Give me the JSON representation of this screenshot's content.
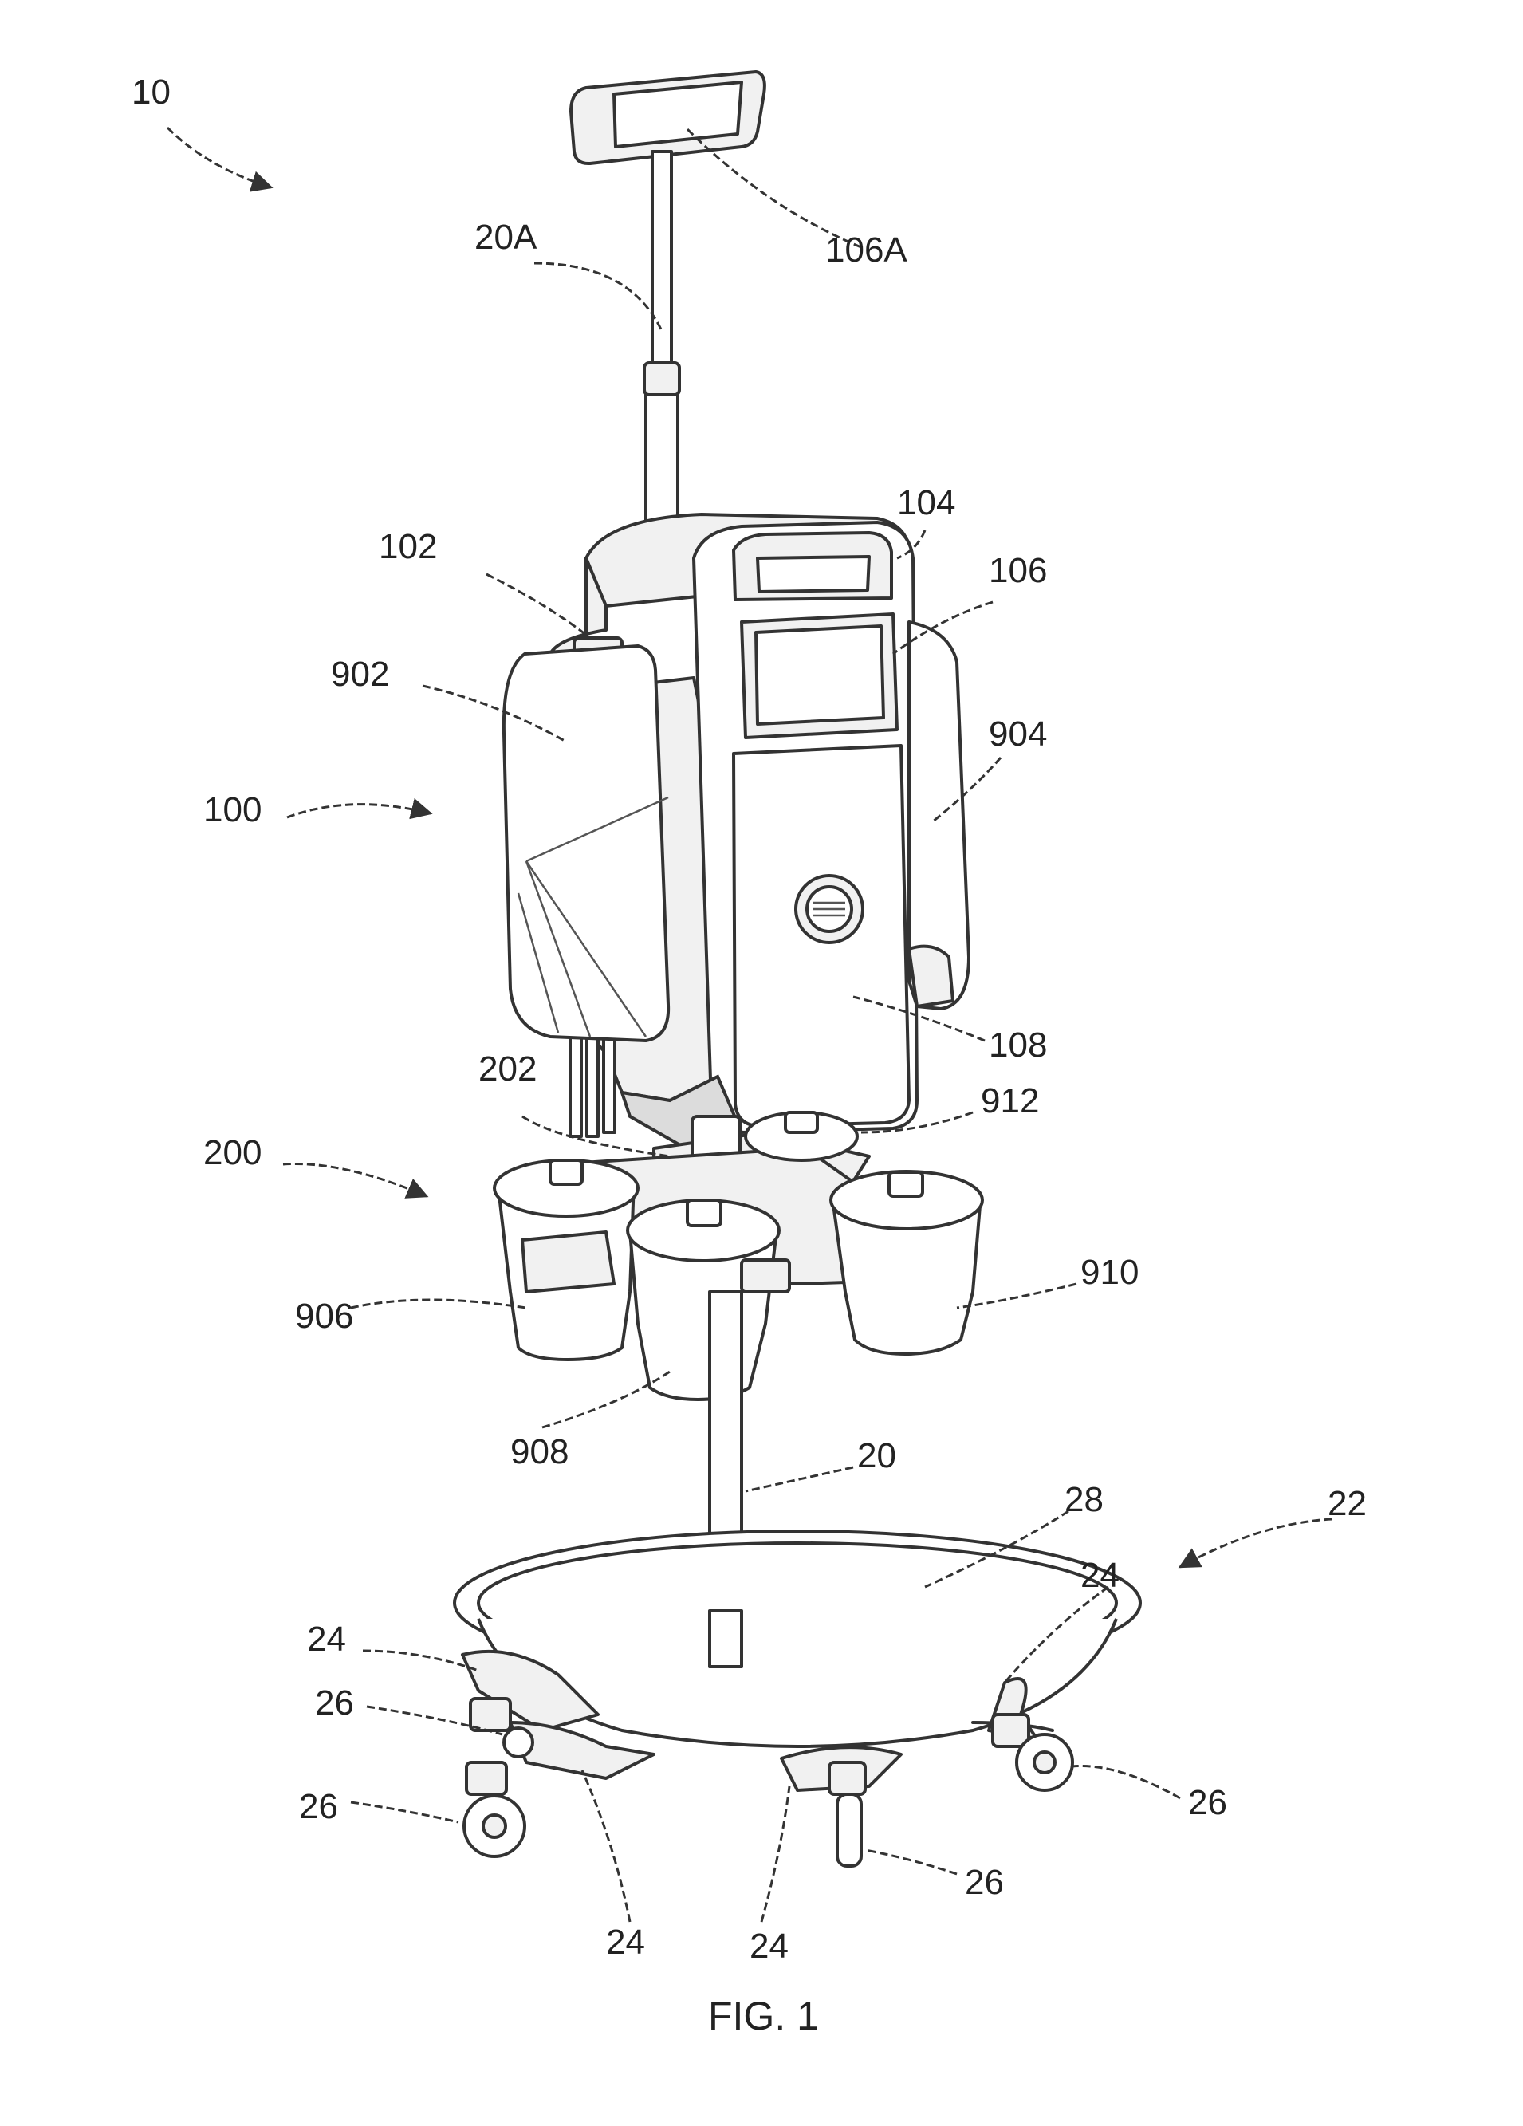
{
  "figure": {
    "caption": "FIG. 1",
    "labels": {
      "system": "10",
      "display_remote": "106A",
      "pole_upper": "20A",
      "handle": "104",
      "part_102": "102",
      "screen": "106",
      "bag_left": "902",
      "bag_right": "904",
      "console": "100",
      "door": "108",
      "hub": "202",
      "bottle_rear": "912",
      "manifold": "200",
      "bottle_right": "910",
      "bottle_left": "906",
      "bottle_front": "908",
      "pole_lower": "20",
      "basin": "28",
      "base": "22",
      "leg_left": "24",
      "leg_right": "24",
      "leg_bottom_left": "24",
      "leg_bottom_right": "24",
      "caster_left_upper": "26",
      "caster_left_lower": "26",
      "caster_right": "26",
      "caster_bottom": "26"
    }
  }
}
